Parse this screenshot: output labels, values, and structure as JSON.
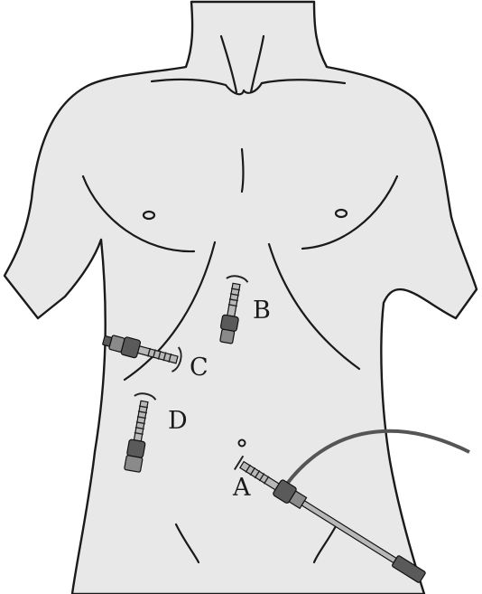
{
  "figure": {
    "labels": {
      "port_a": "A",
      "port_b": "B",
      "port_c": "C",
      "port_d": "D"
    },
    "colors": {
      "skin": "#e8e8e8",
      "outline": "#1a1a1a",
      "instrument": "#6e6e6e"
    }
  }
}
